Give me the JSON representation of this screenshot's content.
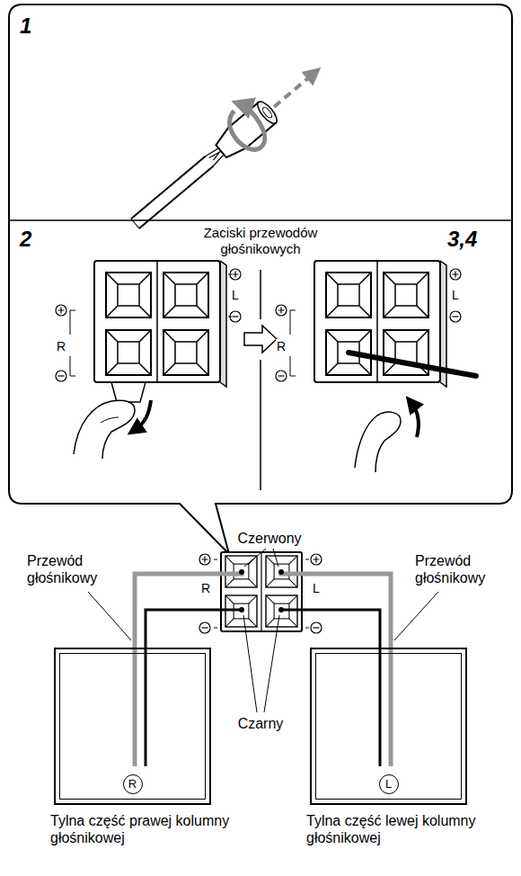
{
  "diagram": {
    "nodes": [
      {
        "text": [
          "R",
          "Tylna część prawej kolumny głośnikowej"
        ]
      },
      {
        "text": [
          "L",
          "Tylna część lewej kolumny głośnikowej"
        ]
      }
    ],
    "labels": [
      "1",
      "2",
      "Zaciski przewodów głośnikowych",
      "3,4",
      "R",
      "L",
      "R",
      "L",
      "Czerwony",
      "Przewód głośnikowy",
      "Przewód głośnikowy",
      "R",
      "L",
      "Czarny"
    ]
  }
}
